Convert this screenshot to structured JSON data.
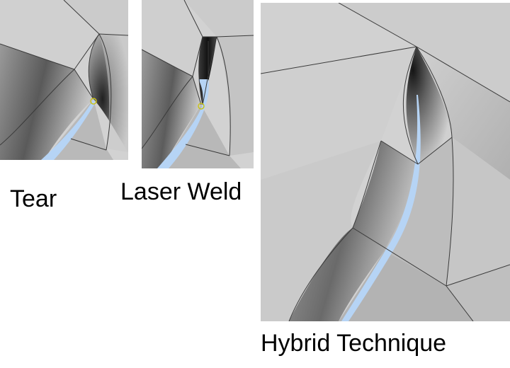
{
  "captions": {
    "tear": "Tear",
    "laser_weld": "Laser Weld",
    "hybrid": "Hybrid Technique"
  },
  "colors": {
    "surface_light": "#d2d2d2",
    "surface_mid": "#bdbdbd",
    "surface_dark": "#1a1a1a",
    "gap_blue": "#b6d4f5",
    "edge_line": "#3a3a3a",
    "vertex_marker": "#c9c21a"
  },
  "marker_icon": "vertex-circle"
}
